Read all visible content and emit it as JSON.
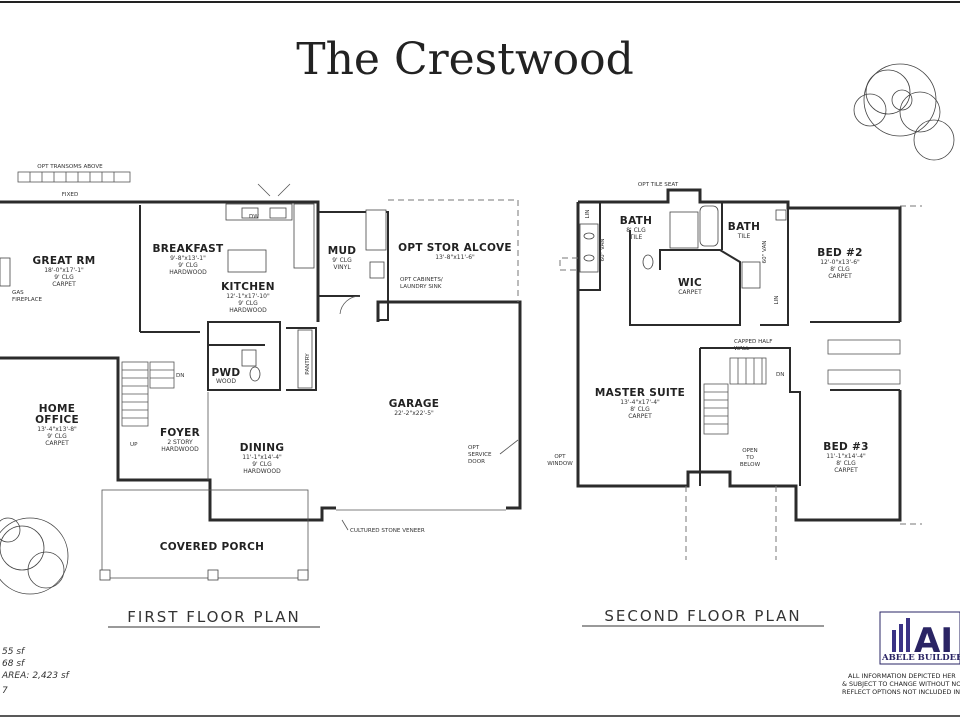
{
  "title": "The Crestwood",
  "first_floor": {
    "label": "FIRST FLOOR PLAN",
    "rooms": {
      "great_rm": {
        "name": "GREAT RM",
        "specs": [
          "18'-0\"x17'-1\"",
          "9' CLG",
          "CARPET"
        ]
      },
      "breakfast": {
        "name": "BREAKFAST",
        "specs": [
          "9'-8\"x13'-1\"",
          "9' CLG",
          "HARDWOOD"
        ]
      },
      "kitchen": {
        "name": "KITCHEN",
        "specs": [
          "12'-1\"x17'-10\"",
          "9' CLG",
          "HARDWOOD"
        ]
      },
      "mud": {
        "name": "MUD",
        "specs": [
          "9' CLG",
          "VINYL"
        ]
      },
      "opt_stor": {
        "name": "OPT STOR ALCOVE",
        "specs": [
          "13'-8\"x11'-6\""
        ]
      },
      "garage": {
        "name": "GARAGE",
        "specs": [
          "22'-2\"x22'-5\""
        ]
      },
      "home_office": {
        "name_lines": [
          "HOME",
          "OFFICE"
        ],
        "specs": [
          "13'-4\"x13'-8\"",
          "9' CLG",
          "CARPET"
        ]
      },
      "foyer": {
        "name": "FOYER",
        "specs": [
          "2 STORY",
          "HARDWOOD"
        ]
      },
      "pwd": {
        "name": "PWD",
        "specs": [
          "WOOD"
        ]
      },
      "dining": {
        "name": "DINING",
        "specs": [
          "11'-1\"x14'-4\"",
          "9' CLG",
          "HARDWOOD"
        ]
      },
      "covered_porch": {
        "name": "COVERED PORCH"
      }
    },
    "notes": {
      "transoms": "OPT TRANSOMS ABOVE",
      "fixed": "FIXED",
      "gas_fireplace": [
        "GAS",
        "FIREPLACE"
      ],
      "dw": "DW",
      "opt_cabinets": [
        "OPT CABINETS/",
        "LAUNDRY SINK"
      ],
      "pantry": "PANTRY",
      "dn": "DN",
      "up": "UP",
      "opt_service_door": [
        "OPT",
        "SERVICE",
        "DOOR"
      ],
      "cultured_stone": "CULTURED STONE VENEER"
    }
  },
  "second_floor": {
    "label": "SECOND FLOOR PLAN",
    "rooms": {
      "bath1": {
        "name": "BATH",
        "specs": [
          "8' CLG",
          "TILE"
        ]
      },
      "bath2": {
        "name": "BATH",
        "specs": [
          "TILE"
        ]
      },
      "wic": {
        "name": "WIC",
        "specs": [
          "CARPET"
        ]
      },
      "bed2": {
        "name": "BED #2",
        "specs": [
          "12'-0\"x13'-6\"",
          "8' CLG",
          "CARPET"
        ]
      },
      "master": {
        "name": "MASTER SUITE",
        "specs": [
          "13'-4\"x17'-4\"",
          "8' CLG",
          "CARPET"
        ]
      },
      "bed3": {
        "name": "BED #3",
        "specs": [
          "11'-1\"x14'-4\"",
          "8' CLG",
          "CARPET"
        ]
      }
    },
    "notes": {
      "opt_tile_seat": "OPT TILE SEAT",
      "lin": "LIN",
      "van_60": "60\" VAN",
      "capped_half_wall": [
        "CAPPED HALF",
        "WALL"
      ],
      "dn": "DN",
      "open_to_below": [
        "OPEN",
        "TO",
        "BELOW"
      ],
      "opt_window": [
        "OPT",
        "WINDOW"
      ]
    }
  },
  "stats": [
    "55 sf",
    "68 sf",
    "AREA: 2,423 sf",
    "7"
  ],
  "logo": {
    "mark": "AI",
    "name": "ABELE BUILDER"
  },
  "disclaimer": [
    "ALL INFORMATION DEPICTED HER",
    "& SUBJECT TO CHANGE WITHOUT NO",
    "REFLECT OPTIONS NOT INCLUDED IN THE"
  ]
}
